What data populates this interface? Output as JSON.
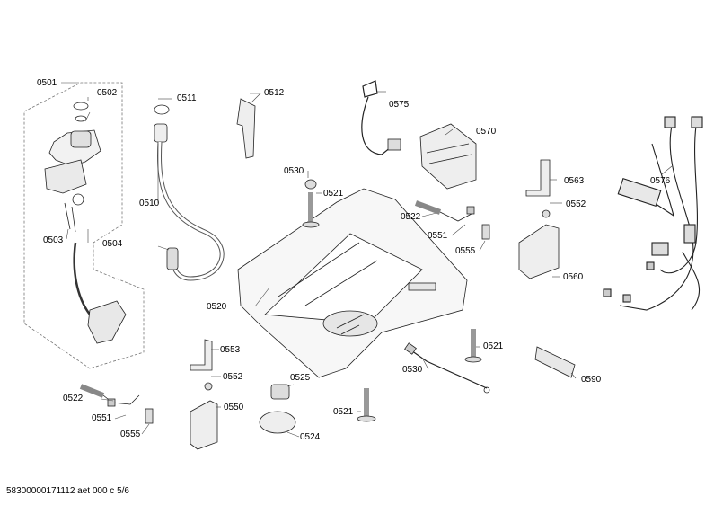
{
  "labels": {
    "p0501": "0501",
    "p0502": "0502",
    "p0503": "0503",
    "p0504": "0504",
    "p0510": "0510",
    "p0511": "0511",
    "p0512": "0512",
    "p0520": "0520",
    "p0521a": "0521",
    "p0521b": "0521",
    "p0521c": "0521",
    "p0522a": "0522",
    "p0522b": "0522",
    "p0524": "0524",
    "p0525": "0525",
    "p0530a": "0530",
    "p0530b": "0530",
    "p0550": "0550",
    "p0551a": "0551",
    "p0551b": "0551",
    "p0552a": "0552",
    "p0552b": "0552",
    "p0553": "0553",
    "p0555a": "0555",
    "p0555b": "0555",
    "p0560": "0560",
    "p0563": "0563",
    "p0570": "0570",
    "p0575": "0575",
    "p0576": "0576",
    "p0590": "0590"
  },
  "footer": "58300000171112 aet 000 c 5/6"
}
